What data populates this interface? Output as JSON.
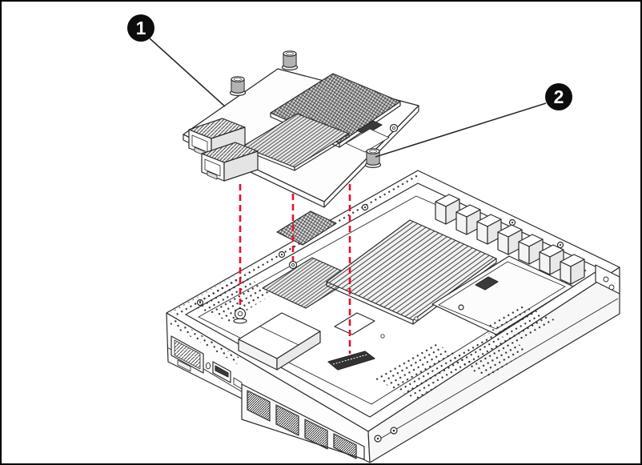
{
  "figure": {
    "callouts": [
      {
        "label": "1",
        "points_to": "host-interface-card"
      },
      {
        "label": "2",
        "points_to": "thumbscrew"
      }
    ],
    "colors": {
      "line": "#2b2b2b",
      "border": "#000000",
      "background": "#ffffff",
      "callout_fill": "#0d0d0d",
      "callout_text": "#ffffff",
      "alignment_line": "#e8112d"
    }
  }
}
